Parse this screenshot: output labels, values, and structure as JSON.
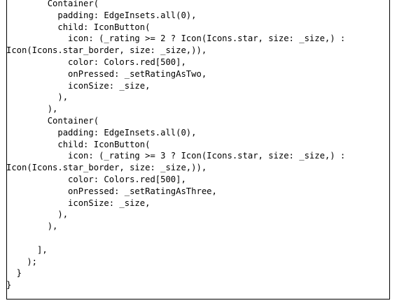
{
  "code_lines": [
    "        Container(",
    "          padding: EdgeInsets.all(0),",
    "          child: IconButton(",
    "            icon: (_rating >= 2 ? Icon(Icons.star, size: _size,) :",
    "Icon(Icons.star_border, size: _size,)),",
    "            color: Colors.red[500],",
    "            onPressed: _setRatingAsTwo,",
    "            iconSize: _size,",
    "          ),",
    "        ),",
    "        Container(",
    "          padding: EdgeInsets.all(0),",
    "          child: IconButton(",
    "            icon: (_rating >= 3 ? Icon(Icons.star, size: _size,) :",
    "Icon(Icons.star_border, size: _size,)),",
    "            color: Colors.red[500],",
    "            onPressed: _setRatingAsThree,",
    "            iconSize: _size,",
    "          ),",
    "        ),",
    "",
    "      ],",
    "    );",
    "  }",
    "}"
  ]
}
